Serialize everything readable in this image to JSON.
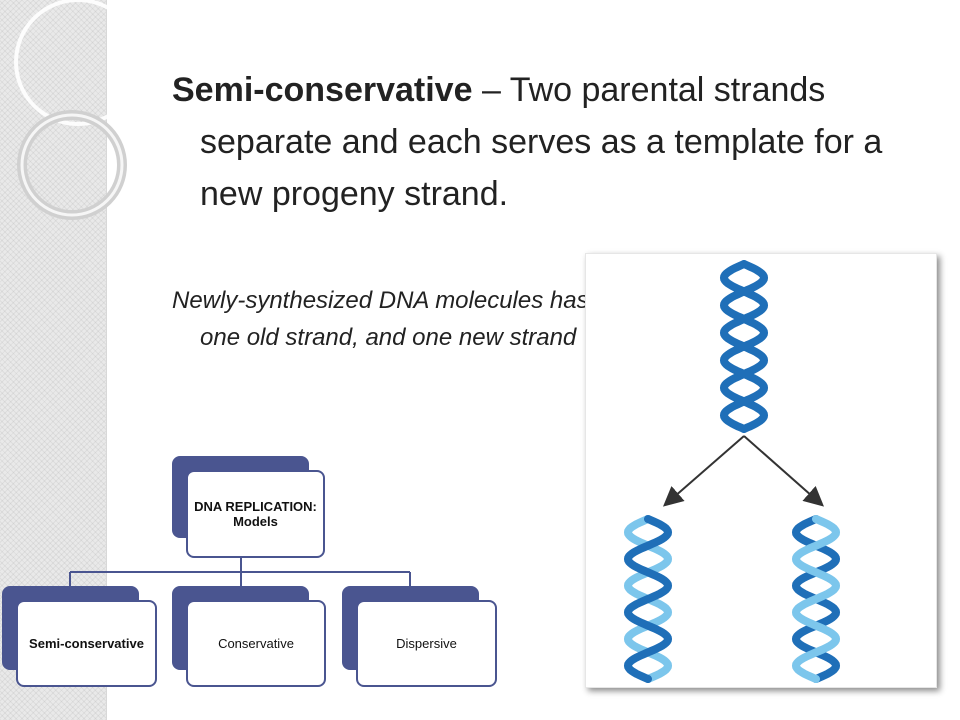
{
  "slide": {
    "title_bold": "Semi-conservative",
    "title_rest": " – Two parental strands separate and each serves as a template for a new progeny strand.",
    "subtitle": "Newly-synthesized DNA molecules has one old strand, and one new strand"
  },
  "org_chart": {
    "root": "DNA REPLICATION: Models",
    "children": [
      "Semi-conservative",
      "Conservative",
      "Dispersive"
    ]
  },
  "colors": {
    "chart_border": "#4a5590",
    "dna_dark": "#1f6fb8",
    "dna_light": "#7cc6ec",
    "arrow": "#333333"
  },
  "figure": {
    "description_icon": "dna-replication-diagram"
  }
}
